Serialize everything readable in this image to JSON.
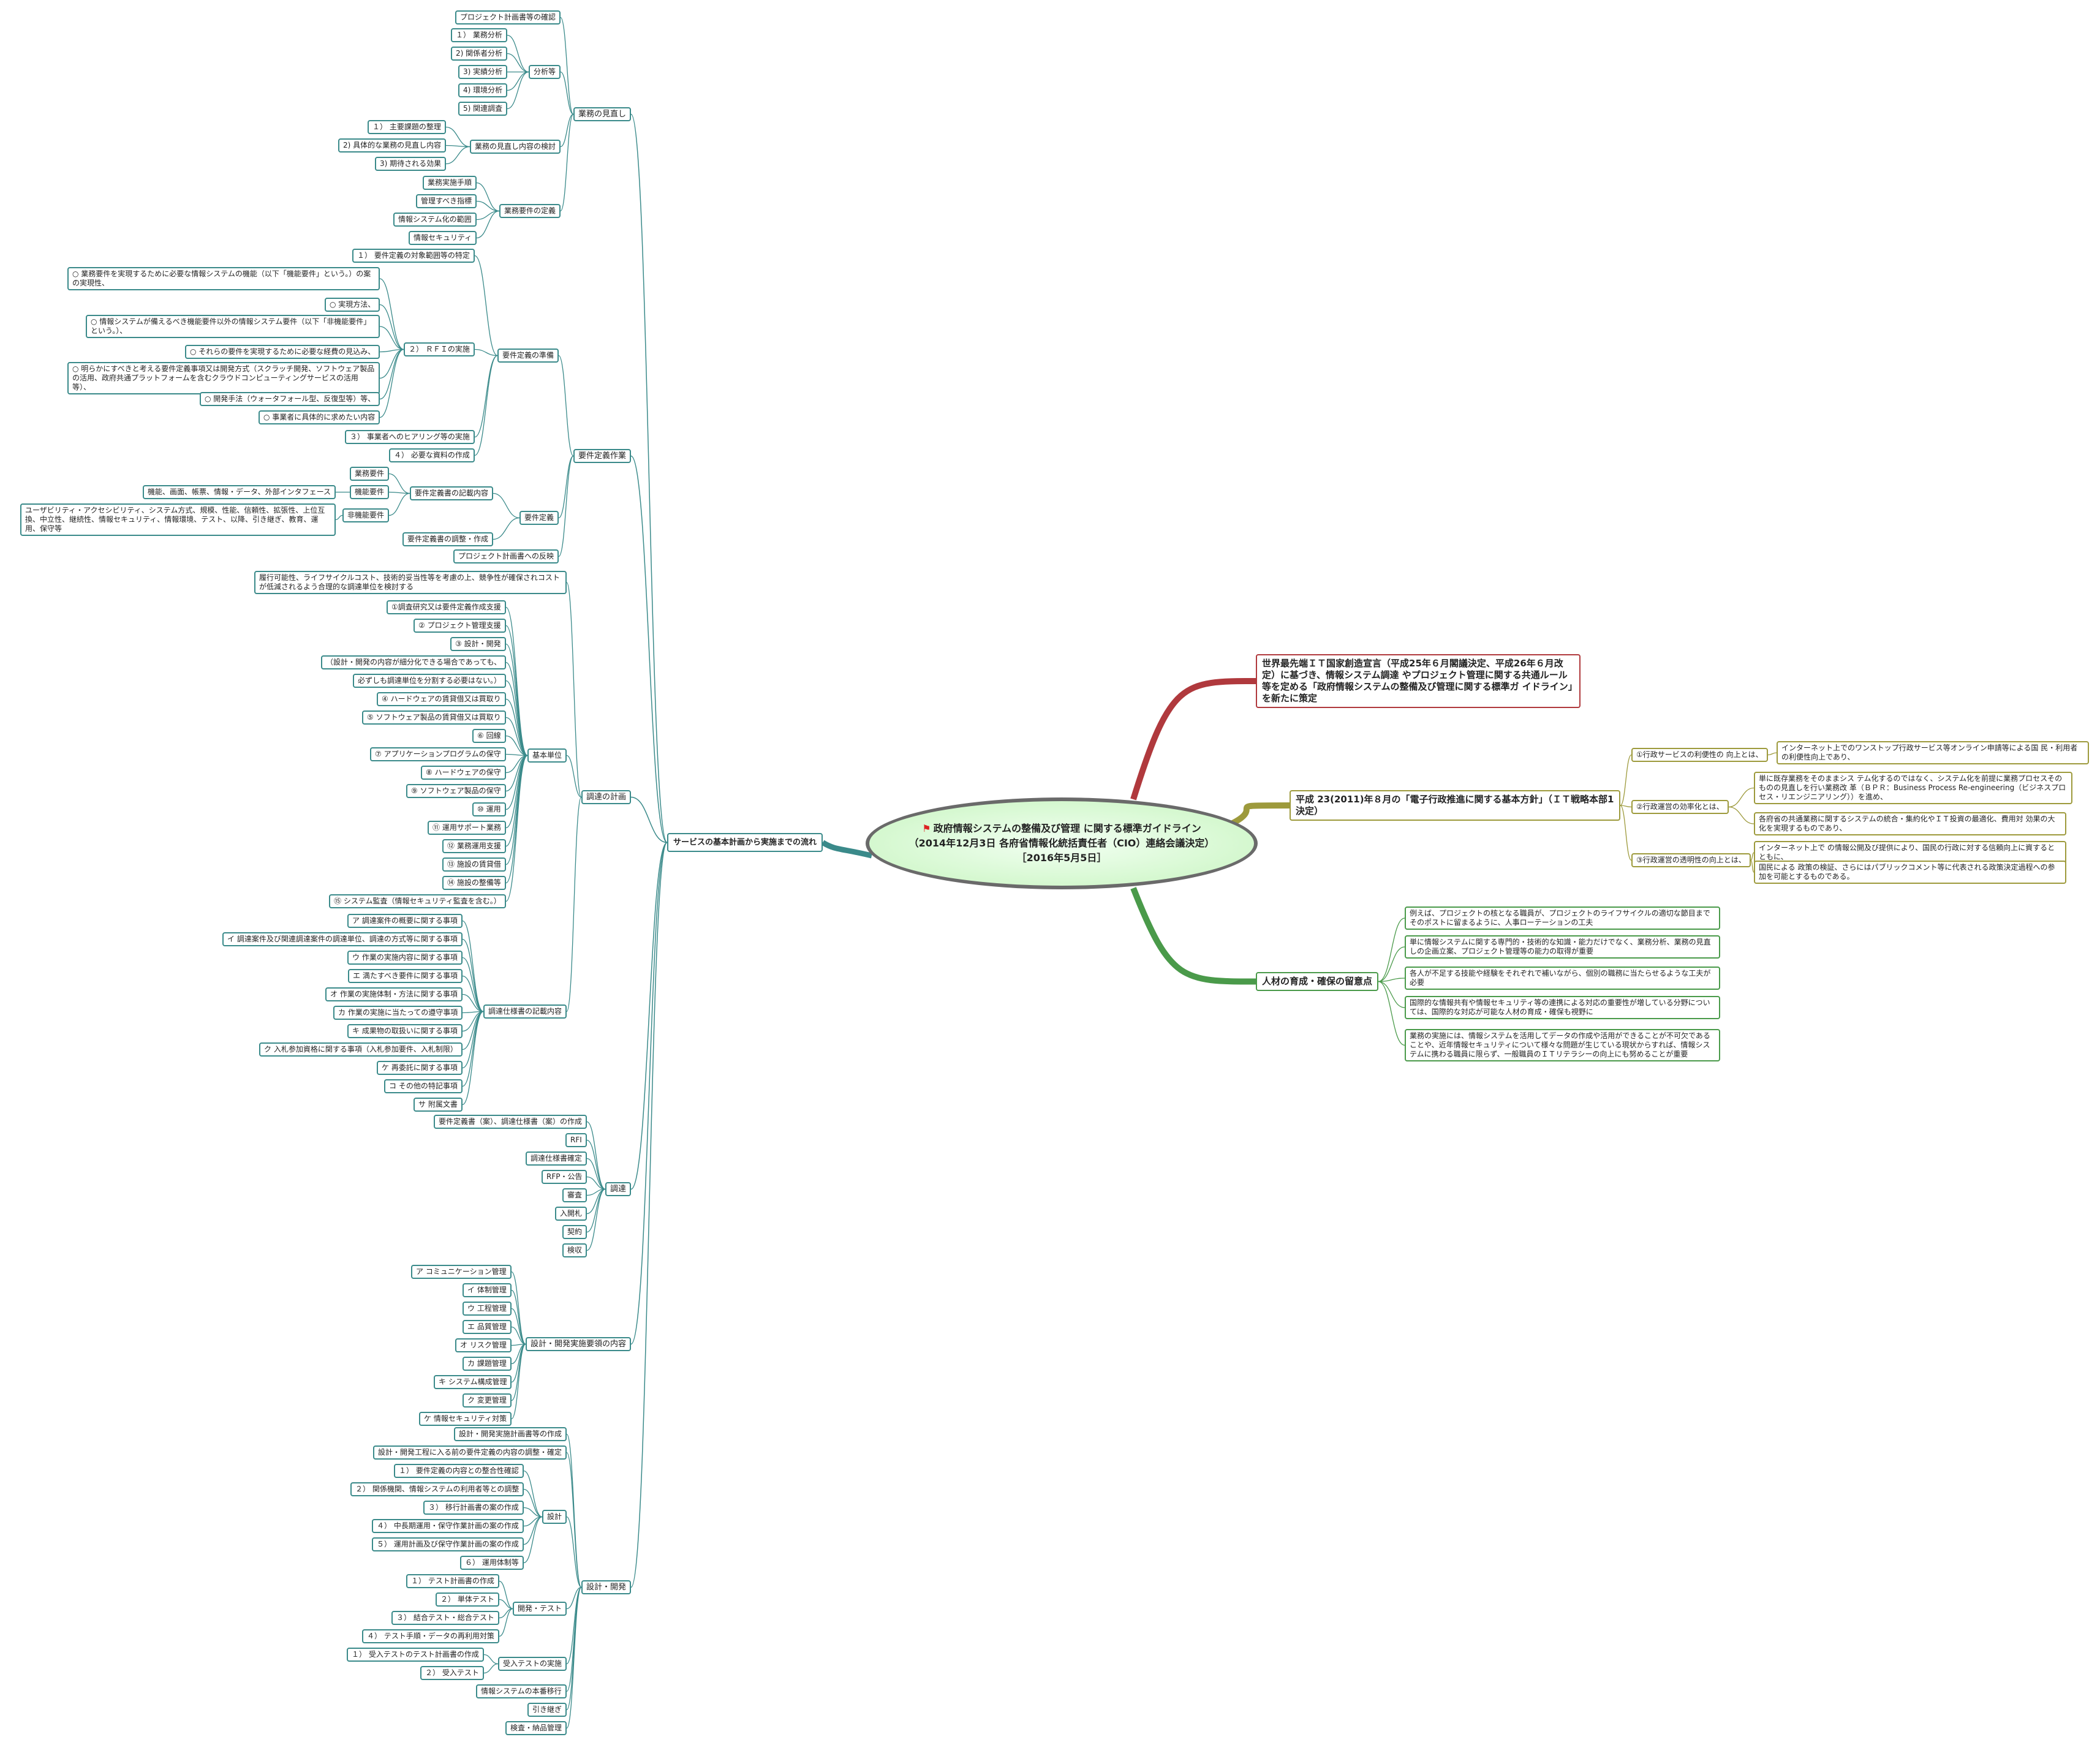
{
  "center": {
    "title": "政府情報システムの整備及び管理 に関する標準ガイドライン（2014年12月3日 各府省情報化統括責任者（CIO）連絡会議決定）［2016年5月5日］",
    "flag_icon": "flag-icon"
  },
  "right": {
    "r1": "世界最先端ＩＴ国家創造宣言（平成25年６月閣議決定、平成26年６月改定）に基づき、情報システム調達 やプロジェクト管理に関する共通ルール等を定める「政府情報システムの整備及び管理に関する標準ガ イドライン」を新たに策定",
    "r2": "平成 23(2011)年８月の「電子行政推進に関する基本方針」（ＩＴ戦略本部1決定）",
    "r2_items": [
      {
        "label": "①行政サービスの利便性の 向上とは、",
        "details": [
          "インターネット上でのワンストップ行政サービス等オンライン申請等による国 民・利用者の利便性向上であり、"
        ]
      },
      {
        "label": "②行政運営の効率化とは、",
        "details": [
          "単に既存業務をそのままシス テム化するのではなく、システム化を前提に業務プロセスそのものの見直しを行い業務改 革（ＢＰＲ：Business Process Re-engineering（ビジネスプロセス・リエンジニアリング））を進め、",
          "各府省の共通業務に関するシステムの統合・集約化やＩＴ投資の最適化、費用対 効果の大化を実現するものであり、"
        ]
      },
      {
        "label": "③行政運営の透明性の向上とは、",
        "details": [
          "インターネット上で の情報公開及び提供により、国民の行政に対する信頼向上に資するとともに、",
          "国民による 政策の検証、さらにはパブリックコメント等に代表される政策決定過程への参加を可能とするものである。"
        ]
      }
    ],
    "r3": "人材の育成・確保の留意点",
    "r3_items": [
      "例えば、プロジェクトの核となる職員が、プロジェクトのライフサイクルの適切な節目までそのポストに留まるように、人事ローテーションの工夫",
      "単に情報システムに関する専門的・技術的な知識・能力だけでなく、業務分析、業務の見直しの企画立案、プロジェクト管理等の能力の取得が重要",
      "各人が不足する技能や経験をそれぞれで補いながら、個別の職務に当たらせるような工夫が必要",
      "国際的な情報共有や情報セキュリティ等の連携による対応の重要性が増している分野については、国際的な対応が可能な人材の育成・確保も視野に",
      "業務の実施には、情報システムを活用してデータの作成や活用ができることが不可欠であることや、近年情報セキュリティについて様々な問題が生じている現状からすれば、情報システムに携わる職員に限らず、一般職員のＩＴリテラシーの向上にも努めることが重要"
    ]
  },
  "left": {
    "main": "サービスの基本計画から実施までの流れ",
    "b1": {
      "label": "業務の見直し",
      "g1": {
        "label": "プロジェクト計画書等の確認"
      },
      "g2": {
        "label": "分析等",
        "items": [
          "１） 業務分析",
          "2) 関係者分析",
          "3) 実績分析",
          "4) 環境分析",
          "5) 関連調査"
        ]
      },
      "g3": {
        "label": "業務の見直し内容の検討",
        "items": [
          "１） 主要課題の整理",
          "2) 具体的な業務の見直し内容",
          "3) 期待される効果"
        ]
      },
      "g4": {
        "label": "業務要件の定義",
        "items": [
          "業務実施手順",
          "管理すべき指標",
          "情報システム化の範囲",
          "情報セキュリティ"
        ]
      }
    },
    "b2": {
      "label": "要件定義作業",
      "g1": {
        "label": "要件定義の準備",
        "s1": "１） 要件定義の対象範囲等の特定",
        "s2": {
          "label": "２） ＲＦＩの実施",
          "items": [
            "○ 業務要件を実現するために必要な情報システムの機能（以下「機能要件」という。）の案の実現性、",
            "○ 実現方法、",
            "○ 情報システムが備えるべき機能要件以外の情報システム要件（以下「非機能要件」という。）、",
            "○ それらの要件を実現するために必要な経費の見込み、",
            "○ 明らかにすべきと考える要件定義事項又は開発方式（スクラッチ開発、ソフトウェア製品の活用、政府共通プラットフォームを含むクラウドコンピューティングサービスの活用等）、",
            "○ 開発手法（ウォータフォール型、反復型等）等、",
            "○ 事業者に具体的に求めたい内容"
          ]
        },
        "s3": "３） 事業者へのヒアリング等の実施",
        "s4": "４） 必要な資料の作成"
      },
      "g2": {
        "label": "要件定義",
        "s1": {
          "label": "要件定義書の記載内容",
          "items": [
            {
              "label": "業務要件"
            },
            {
              "label": "機能要件",
              "detail": "機能、画面、帳票、情報・データ、外部インタフェース"
            },
            {
              "label": "非機能要件",
              "detail": "ユーザビリティ・アクセシビリティ、システム方式、規模、性能、信頼性、拡張性、上位互換、中立性、継続性、情報セキュリティ、情報環境、テスト、以降、引き継ぎ、教育、運用、保守等"
            }
          ]
        },
        "s2": "要件定義書の調整・作成"
      },
      "g3": {
        "label": "プロジェクト計画書への反映"
      }
    },
    "b3": {
      "label": "調達の計画",
      "g0": "履行可能性、ライフサイクルコスト、技術的妥当性等を考慮の上、競争性が確保されコストが低減されるよう合理的な調達単位を検討する",
      "g1": {
        "label": "基本単位",
        "items": [
          "①調査研究又は要件定義作成支援",
          "② プロジェクト管理支援",
          "③ 設計・開発",
          "（設計・開発の内容が細分化できる場合であっても、",
          "必ずしも調達単位を分割する必要はない。）",
          "④ ハードウェアの賃貸借又は買取り",
          "⑤ ソフトウェア製品の賃貸借又は買取り",
          "⑥ 回線",
          "⑦ アプリケーションプログラムの保守",
          "⑧ ハードウェアの保守",
          "⑨ ソフトウェア製品の保守",
          "⑩ 運用",
          "⑪ 運用サポート業務",
          "⑫ 業務運用支援",
          "⑬ 施設の賃貸借",
          "⑭ 施設の整備等",
          "⑮ システム監査（情報セキュリティ監査を含む。）"
        ]
      },
      "g2": {
        "label": "調達仕様書の記載内容",
        "items": [
          "ア 調達案件の概要に関する事項",
          "イ 調達案件及び関連調達案件の調達単位、調達の方式等に関する事項",
          "ウ 作業の実施内容に関する事項",
          "エ 満たすべき要件に関する事項",
          "オ 作業の実施体制・方法に関する事項",
          "カ 作業の実施に当たっての遵守事項",
          "キ 成果物の取扱いに関する事項",
          "ク 入札参加資格に関する事項（入札参加要件、入札制限）",
          "ケ 再委託に関する事項",
          "コ その他の特記事項",
          "サ 附属文書"
        ]
      }
    },
    "b4": {
      "label": "調達",
      "items": [
        "要件定義書（案）、調達仕様書（案）の作成",
        "RFI",
        "調達仕様書確定",
        "RFP・公告",
        "審査",
        "入開札",
        "契約",
        "検収"
      ]
    },
    "b5": {
      "label": "設計・開発実施要領の内容",
      "items": [
        "ア コミュニケーション管理",
        "イ 体制管理",
        "ウ 工程管理",
        "エ 品質管理",
        "オ リスク管理",
        "カ 課題管理",
        "キ システム構成管理",
        "ク 変更管理",
        "ケ 情報セキュリティ対策"
      ]
    },
    "b6": {
      "label": "設計・開発",
      "i1": "設計・開発実施計画書等の作成",
      "i2": "設計・開発工程に入る前の要件定義の内容の調整・確定",
      "g1": {
        "label": "設計",
        "items": [
          "１） 要件定義の内容との整合性確認",
          "２） 関係機関、情報システムの利用者等との調整",
          "３） 移行計画書の案の作成",
          "４） 中長期運用・保守作業計画の案の作成",
          "５） 運用計画及び保守作業計画の案の作成",
          "６） 運用体制等"
        ]
      },
      "g2": {
        "label": "開発・テスト",
        "items": [
          "１） テスト計画書の作成",
          "２） 単体テスト",
          "３） 結合テスト・総合テスト",
          "４） テスト手順・データの再利用対策"
        ]
      },
      "g3": {
        "label": "受入テストの実施",
        "items": [
          "１） 受入テストのテスト計画書の作成",
          "２） 受入テスト"
        ]
      },
      "i3": "情報システムの本番移行",
      "i4": "引き継ぎ",
      "i5": "検査・納品管理"
    }
  },
  "colors": {
    "left_branch": "#3a8a8a",
    "right1": "#b0393d",
    "right2": "#9d9a3c",
    "right3": "#4a9a4a",
    "center_border": "#6a6a6a"
  }
}
